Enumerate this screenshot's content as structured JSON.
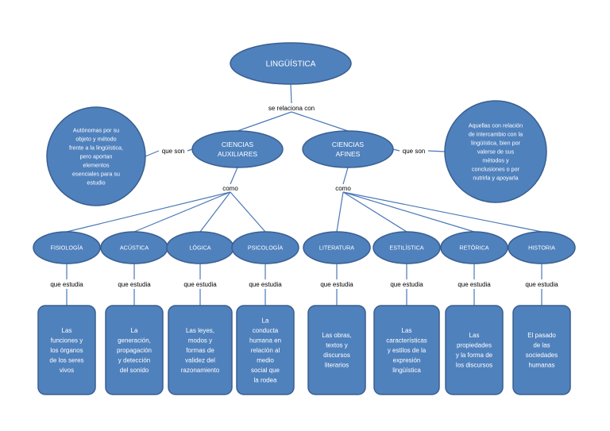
{
  "root": {
    "label": "LINGÜÍSTICA"
  },
  "connector_root": "se relaciona con",
  "branches": [
    {
      "label": [
        "CIENCIAS",
        "AUXILIARES"
      ],
      "side_connector": "que son",
      "description": [
        "Autónomas por su",
        "objeto y método",
        "frente a la lingüística,",
        "pero aportan",
        "elementos",
        "esenciales para su",
        "estudio"
      ],
      "connector_down": "como",
      "children": [
        {
          "label": "FISIOLOGÍA",
          "connector": "que estudia",
          "desc": [
            "Las",
            "funciones y",
            "los órganos",
            "de los seres",
            "vivos"
          ]
        },
        {
          "label": "ACÚSTICA",
          "connector": "que estudia",
          "desc": [
            "La",
            "generación,",
            "propagación",
            "y detección",
            "del sonido"
          ]
        },
        {
          "label": "LÓGICA",
          "connector": "que estudia",
          "desc": [
            "Las leyes,",
            "modos y",
            "formas de",
            "validez del",
            "razonamiento"
          ]
        },
        {
          "label": "PSICOLOGÍA",
          "connector": "que estudia",
          "desc": [
            "La",
            "conducta",
            "humana en",
            "relación al",
            "medio",
            "social que",
            "la rodea"
          ]
        }
      ]
    },
    {
      "label": [
        "CIENCIAS",
        "AFINES"
      ],
      "side_connector": "que son",
      "description": [
        "Aquellas con relación",
        "de intercambio con la",
        "lingüística, bien por",
        "valerse de sus",
        "métodos y",
        "conclusiones o por",
        "nutrirla y apoyarla"
      ],
      "connector_down": "como",
      "children": [
        {
          "label": "LITERATURA",
          "connector": "que estudia",
          "desc": [
            "Las obras,",
            "textos y",
            "discursos",
            "literarios"
          ]
        },
        {
          "label": "ESTILÍSTICA",
          "connector": "que estudia",
          "desc": [
            "Las",
            "características",
            "y estilos de la",
            "expresión",
            "lingüística"
          ]
        },
        {
          "label": "RETÓRICA",
          "connector": "que estudia",
          "desc": [
            "Las",
            "propiedades",
            "y la forma de",
            "los discursos"
          ]
        },
        {
          "label": "HISTORIA",
          "connector": "que estudia",
          "desc": [
            "El pasado",
            "de las",
            "sociedades",
            "humanas"
          ]
        }
      ]
    }
  ],
  "colors": {
    "fill": "#4f81bd",
    "stroke": "#3a5f8f",
    "line": "#4a78b8",
    "text": "#ffffff"
  }
}
